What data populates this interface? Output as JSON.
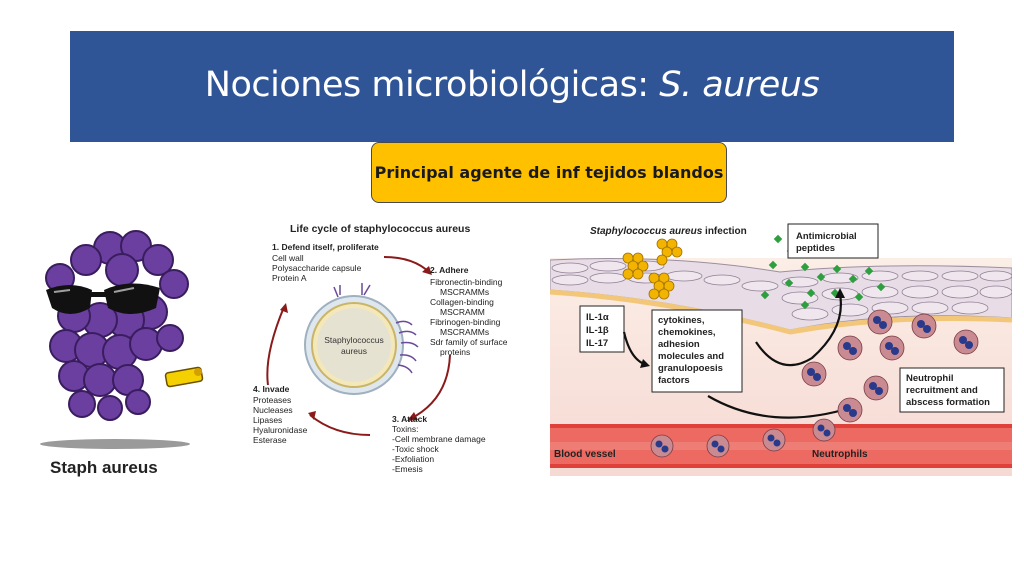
{
  "slide": {
    "title_main": "Nociones microbiológicas: ",
    "title_italic": "S. aureus",
    "subtitle": "Principal agente de inf tejidos blandos"
  },
  "cartoon": {
    "caption": "Staph aureus"
  },
  "lifecycle": {
    "title": "Life cycle of staphylococcus aureus",
    "center_label_1": "Staphylococcus",
    "center_label_2": "aureus",
    "stage1": {
      "heading": "1. Defend itself, proliferate",
      "lines": [
        "Cell wall",
        "Polysaccharide capsule",
        "Protein A"
      ]
    },
    "stage2": {
      "heading": "2. Adhere",
      "lines": [
        "Fibronectin-binding",
        "MSCRAMMs",
        "Collagen-binding",
        "MSCRAMM",
        "Fibrinogen-binding",
        "MSCRAMMs",
        "Sdr family of surface",
        "proteins"
      ]
    },
    "stage3": {
      "heading": "3. Attack",
      "lines": [
        "Toxins:",
        "-Cell membrane damage",
        "-Toxic shock",
        "-Exfoliation",
        "-Emesis"
      ]
    },
    "stage4": {
      "heading": "4. Invade",
      "lines": [
        "Proteases",
        "Nucleases",
        "Lipases",
        "Hyaluronidase",
        "Esterase"
      ]
    }
  },
  "infection": {
    "title_italic": "Staphylococcus aureus",
    "title_rest": " infection",
    "antimicrobial_1": "Antimicrobial",
    "antimicrobial_2": "peptides",
    "il_lines": [
      "IL-1α",
      "IL-1β",
      "IL-17"
    ],
    "cytokines_lines": [
      "cytokines,",
      "chemokines,",
      "adhesion",
      "molecules and",
      "granulopoesis",
      "factors"
    ],
    "neutrophil_box_lines": [
      "Neutrophil",
      "recruitment and",
      "abscess formation"
    ],
    "blood_vessel": "Blood vessel",
    "neutrophils": "Neutrophils"
  },
  "colors": {
    "title_bar": "#2f5597",
    "subtitle_fill": "#ffc000",
    "cartoon_purple": "#6b3fa0",
    "lifecycle_arrow": "#8b1a1a",
    "blood_vessel": "#e0403a",
    "peptide_green": "#2e9e3e"
  }
}
